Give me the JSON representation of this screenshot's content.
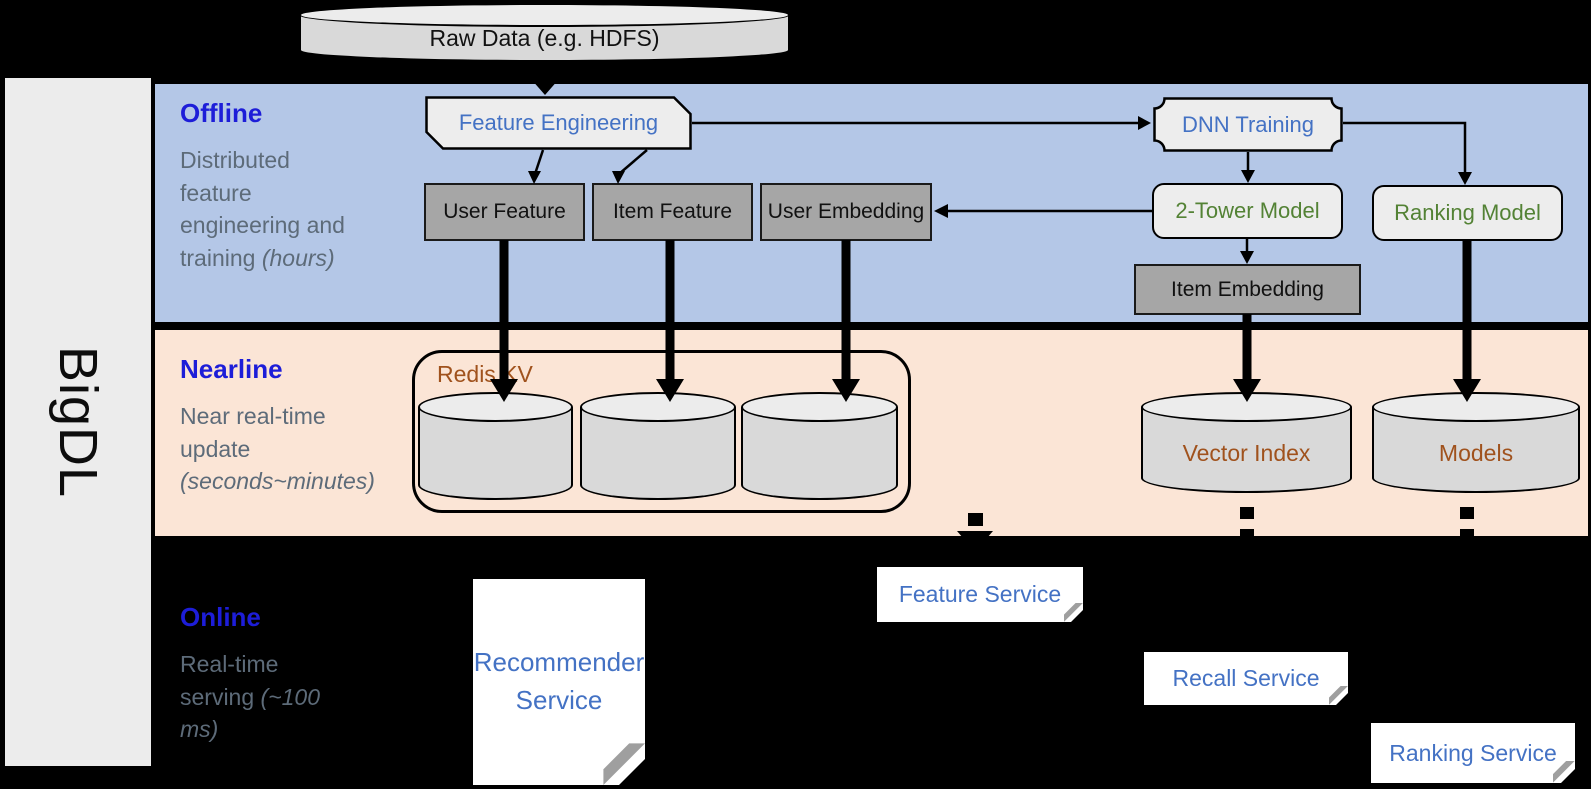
{
  "brand": {
    "label": "BigDL"
  },
  "top": {
    "raw_data": "Raw Data (e.g. HDFS)"
  },
  "sections": {
    "offline": {
      "title": "Offline",
      "desc": "Distributed feature engineering and training",
      "desc_note": "(hours)"
    },
    "nearline": {
      "title": "Nearline",
      "desc": "Near real-time update",
      "desc_note": "(seconds~minutes)"
    },
    "online": {
      "title": "Online",
      "desc": "Real-time serving",
      "desc_note": "(~100 ms)"
    }
  },
  "nodes": {
    "feature_engineering": "Feature Engineering",
    "dnn_training": "DNN Training",
    "user_feature": "User Feature",
    "item_feature": "Item Feature",
    "user_embedding": "User Embedding",
    "two_tower_model": "2-Tower Model",
    "ranking_model": "Ranking Model",
    "item_embedding": "Item Embedding",
    "redis_kv": "Redis KV",
    "vector_index": "Vector Index",
    "models": "Models",
    "feature_service": "Feature Service",
    "recommender_service": "Recommender Service",
    "recall_service": "Recall Service",
    "ranking_service": "Ranking Service"
  },
  "colors": {
    "offline_band": "#b4c7e7",
    "nearline_band": "#fbe5d6",
    "online_background": "#000000",
    "gray_box": "#a6a6a6",
    "light_box": "#ededed",
    "cylinder_body": "#d9d9d9",
    "accent_blue_text": "#4472c4",
    "accent_green_text": "#538235",
    "accent_brown_text": "#a0521d",
    "section_title_blue": "#1d1dd8",
    "section_desc_gray": "#5d6b79"
  }
}
